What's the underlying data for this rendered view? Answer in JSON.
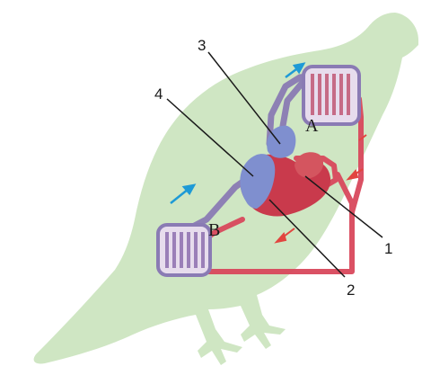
{
  "diagram": {
    "regions": [
      {
        "id": "A",
        "text": "A"
      },
      {
        "id": "B",
        "text": "B"
      }
    ],
    "numbered_labels": [
      {
        "id": "1",
        "text": "1"
      },
      {
        "id": "2",
        "text": "2"
      },
      {
        "id": "3",
        "text": "3"
      },
      {
        "id": "4",
        "text": "4"
      }
    ],
    "colors": {
      "bird_silhouette": "#cfe6c3",
      "deoxygenated_vessel": "#8a7bb4",
      "oxygenated_vessel": "#d9485c",
      "heart_red": "#c93a4c",
      "heart_blue": "#7f8fcf",
      "flow_arrow_blue": "#1e9ad6",
      "flow_arrow_red": "#e2453f"
    }
  }
}
